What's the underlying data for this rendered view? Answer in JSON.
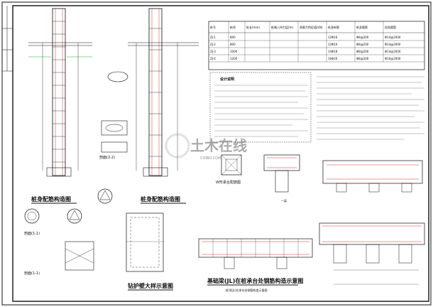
{
  "sheet": {
    "watermark": "土木在线",
    "watermark_url": "COIBO.COM"
  },
  "titles": {
    "pile_cap_detail": "桩身配筋构造图",
    "pile_rebar_detail": "桩身配筋构造图",
    "cap_plan": "钻护壁大样示意图",
    "foundation_beam": "基础梁(JL)在桩承台处钢筋构造示意图",
    "notes_heading": "设计说明",
    "w_anchor": "W形承台配筋图"
  },
  "labels": {
    "section_1": "剖面(1-1)",
    "section_2": "剖面(2-2)",
    "section_1b": "剖面(1-1)",
    "foundation_note": "桩顶(JL)在承台处钢筋构造示意图",
    "beam_label": "一梁"
  },
  "table": {
    "headers": [
      "桩号",
      "桩径",
      "桩长(mm)",
      "桩端入持力层(m)",
      "承载力特征值(kN)",
      "桩身纵筋",
      "桩身箍筋",
      "加劲箍筋"
    ],
    "rows": [
      [
        "ZJ-1",
        "800",
        "",
        "",
        "",
        "12Φ16",
        "Φ8@200",
        "Φ14@2000"
      ],
      [
        "ZJ-2",
        "800",
        "",
        "",
        "",
        "12Φ16",
        "Φ8@200",
        "Φ14@2000"
      ],
      [
        "ZJ-3",
        "1000",
        "",
        "",
        "",
        "14Φ18",
        "Φ8@200",
        "Φ14@2000"
      ],
      [
        "ZJ-4",
        "1200",
        "",
        "",
        "",
        "16Φ20",
        "Φ8@200",
        "Φ16@2000"
      ]
    ]
  },
  "colors": {
    "red": "#d33",
    "green": "#2a2",
    "blue": "#33c",
    "magenta": "#c3c"
  }
}
